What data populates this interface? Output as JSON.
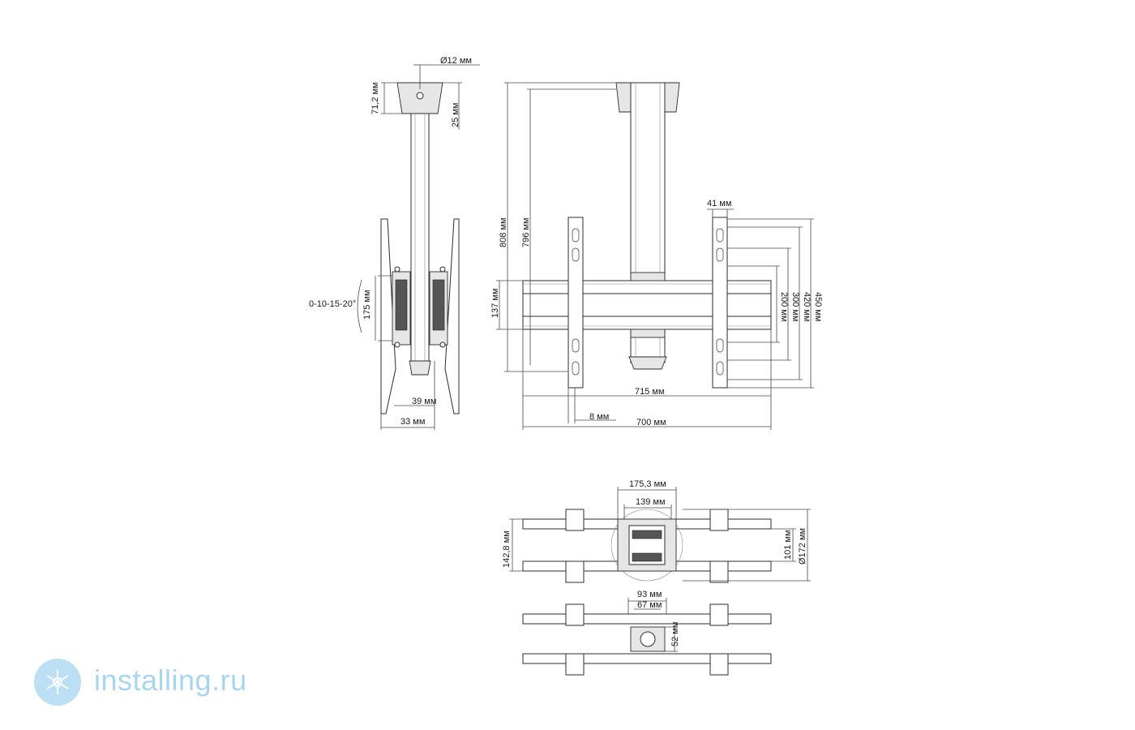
{
  "side_view": {
    "dim_rod": "Ø12 мм",
    "dim_cap_height": "71,2 мм",
    "dim_cap_offset": "25 мм",
    "dim_bracket": "175 мм",
    "tilt_range": "0-10-15-20°",
    "dim_depth_39": "39 мм",
    "dim_depth_33": "33 мм"
  },
  "front_view": {
    "dim_808": "808 мм",
    "dim_796": "796 мм",
    "dim_137": "137 мм",
    "dim_41": "41 мм",
    "dim_450": "450 мм",
    "dim_420": "420 мм",
    "dim_300": "300 мм",
    "dim_200": "200 мм",
    "dim_715": "715 мм",
    "dim_8": "8 мм",
    "dim_700": "700 мм"
  },
  "top_view": {
    "dim_175_3": "175,3 мм",
    "dim_139": "139 мм",
    "dim_142_8": "142,8 мм",
    "dim_101": "101 мм",
    "dim_172": "Ø172 мм",
    "dim_93": "93 мм",
    "dim_67": "67 мм",
    "dim_52": "52 мм"
  },
  "brand": {
    "text": "installing.ru",
    "icon": "snowflake-globe-icon",
    "color": "#a9d6ef"
  }
}
